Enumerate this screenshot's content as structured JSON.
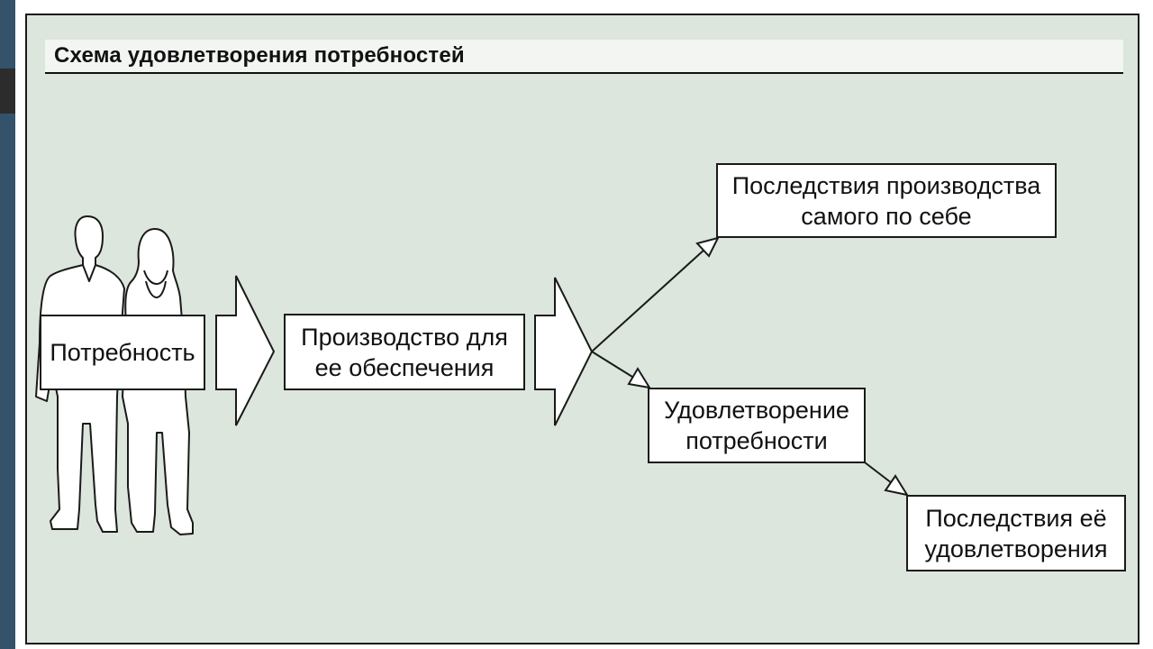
{
  "title": "Схема удовлетворения потребностей",
  "nodes": {
    "need": {
      "line1": "Потребность"
    },
    "production": {
      "line1": "Производство для",
      "line2": "ее обеспечения"
    },
    "consequences_production": {
      "line1": "Последствия производства",
      "line2": "самого по себе"
    },
    "satisfaction": {
      "line1": "Удовлетворение",
      "line2": "потребности"
    },
    "consequences_satisfaction": {
      "line1": "Последствия её",
      "line2": "удовлетворения"
    }
  },
  "icons": {
    "people": "people-silhouette-icon"
  }
}
